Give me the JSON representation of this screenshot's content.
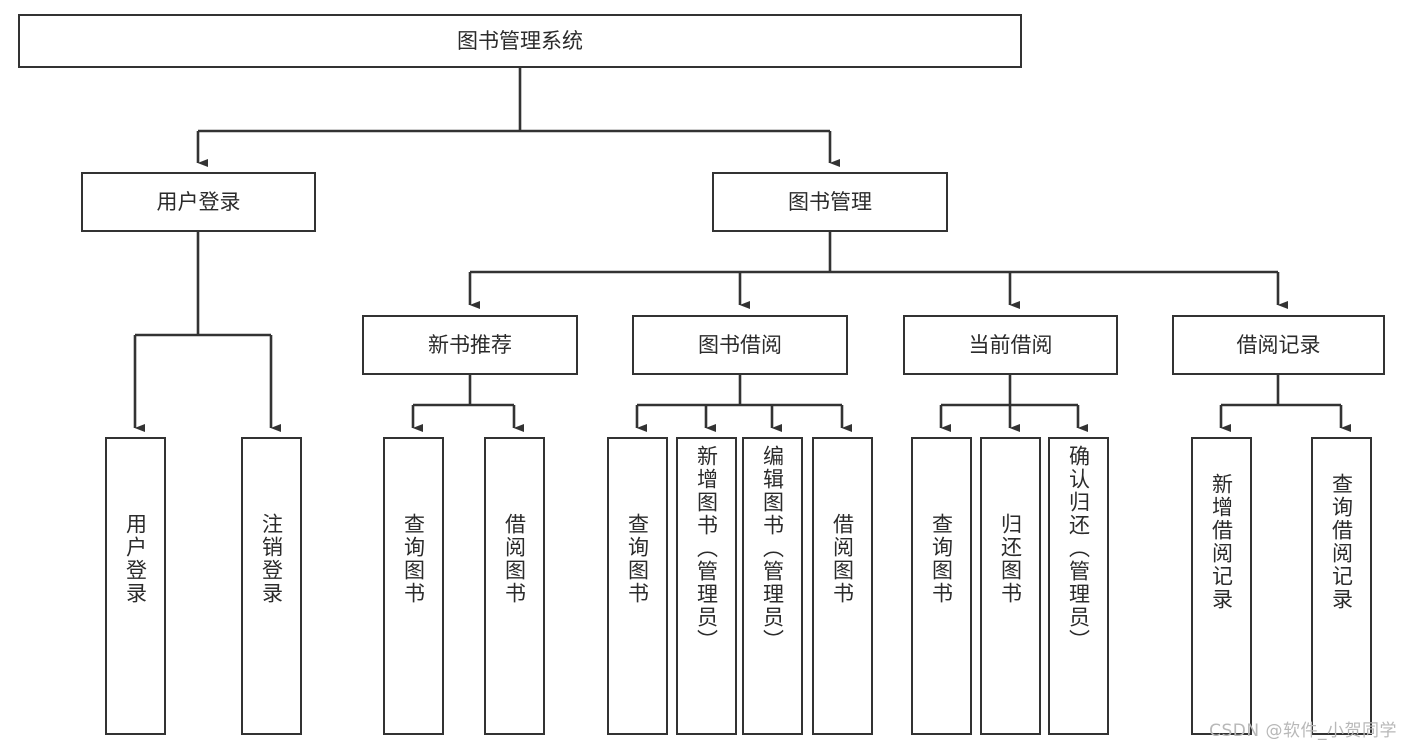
{
  "diagram": {
    "type": "tree-hierarchy",
    "title": "图书管理系统",
    "watermark": "CSDN @软件_小贺同学",
    "colors": {
      "border": "#333333",
      "background": "#ffffff",
      "text": "#2b2b2b",
      "connector": "#333333",
      "watermark": "#b8b8b8"
    },
    "levels": {
      "root": {
        "label": "图书管理系统",
        "orientation": "horizontal"
      },
      "level2": [
        {
          "label": "用户登录",
          "orientation": "horizontal"
        },
        {
          "label": "图书管理",
          "orientation": "horizontal"
        }
      ],
      "level3": [
        {
          "label": "新书推荐",
          "orientation": "horizontal",
          "parent": "图书管理"
        },
        {
          "label": "图书借阅",
          "orientation": "horizontal",
          "parent": "图书管理"
        },
        {
          "label": "当前借阅",
          "orientation": "horizontal",
          "parent": "图书管理"
        },
        {
          "label": "借阅记录",
          "orientation": "horizontal",
          "parent": "图书管理"
        }
      ],
      "leaves": [
        {
          "label": "用户登录",
          "orientation": "vertical",
          "parent": "用户登录"
        },
        {
          "label": "注销登录",
          "orientation": "vertical",
          "parent": "用户登录"
        },
        {
          "label": "查询图书",
          "orientation": "vertical",
          "parent": "新书推荐"
        },
        {
          "label": "借阅图书",
          "orientation": "vertical",
          "parent": "新书推荐"
        },
        {
          "label": "查询图书",
          "orientation": "vertical",
          "parent": "图书借阅"
        },
        {
          "label": "新增图书（管理员）",
          "orientation": "vertical",
          "parent": "图书借阅"
        },
        {
          "label": "编辑图书（管理员）",
          "orientation": "vertical",
          "parent": "图书借阅"
        },
        {
          "label": "借阅图书",
          "orientation": "vertical",
          "parent": "图书借阅"
        },
        {
          "label": "查询图书",
          "orientation": "vertical",
          "parent": "当前借阅"
        },
        {
          "label": "归还图书",
          "orientation": "vertical",
          "parent": "当前借阅"
        },
        {
          "label": "确认归还（管理员）",
          "orientation": "vertical",
          "parent": "当前借阅"
        },
        {
          "label": "新增借阅记录",
          "orientation": "vertical",
          "parent": "借阅记录"
        },
        {
          "label": "查询借阅记录",
          "orientation": "vertical",
          "parent": "借阅记录"
        }
      ]
    },
    "nodes": {
      "root": "图书管理系统",
      "user_login": "用户登录",
      "book_manage": "图书管理",
      "new_book_rec": "新书推荐",
      "book_borrow": "图书借阅",
      "current_borrow": "当前借阅",
      "borrow_record": "借阅记录",
      "leaf_user_login": "用户登录",
      "leaf_logout": "注销登录",
      "leaf_query_book_a": "查询图书",
      "leaf_borrow_book_a": "借阅图书",
      "leaf_query_book_b": "查询图书",
      "leaf_add_book": "新增图书（管理员）",
      "leaf_edit_book": "编辑图书（管理员）",
      "leaf_borrow_book_b": "借阅图书",
      "leaf_query_book_c": "查询图书",
      "leaf_return_book": "归还图书",
      "leaf_confirm_return": "确认归还（管理员）",
      "leaf_add_record": "新增借阅记录",
      "leaf_query_record": "查询借阅记录"
    }
  }
}
